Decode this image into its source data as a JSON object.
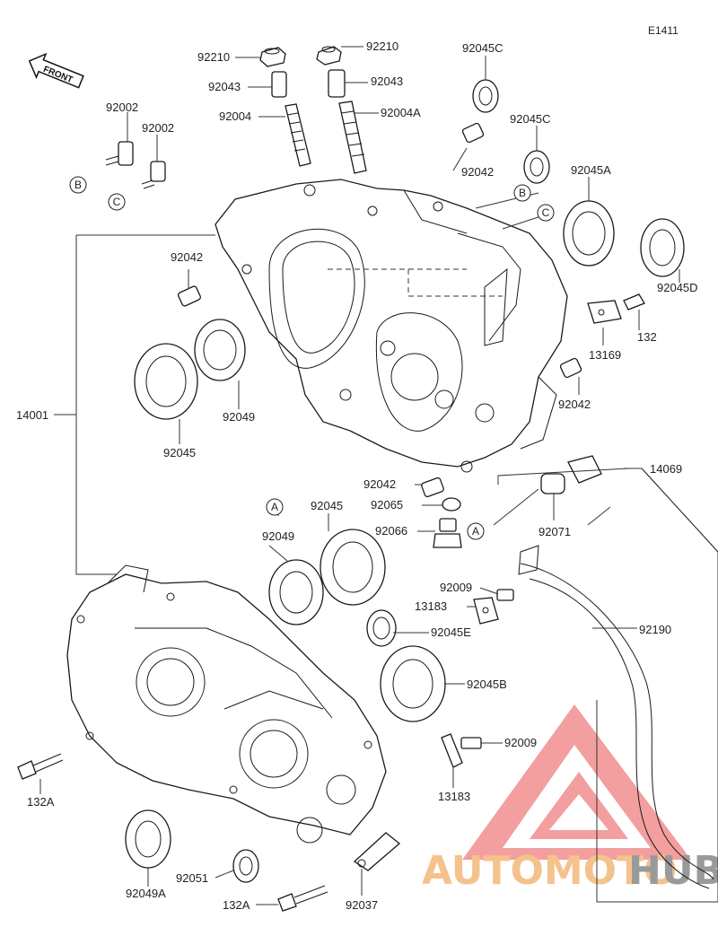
{
  "ref_code": "E1411",
  "front_badge": "FRONT",
  "watermark": {
    "part1": "AUTOMOTO",
    "part2": "HUB",
    "color1": "#f4c28c",
    "color2": "#9a9a9a",
    "logo_color": "#f08080"
  },
  "callouts": [
    "A",
    "B",
    "C"
  ],
  "labels": {
    "p92210_left": "92210",
    "p92210_right": "92210",
    "p92043_left": "92043",
    "p92043_right": "92043",
    "p92004": "92004",
    "p92004A": "92004A",
    "p92045C_top": "92045C",
    "p92045C_mid": "92045C",
    "p92042_top": "92042",
    "p92045A": "92045A",
    "p92045D": "92045D",
    "p92002_a": "92002",
    "p92002_b": "92002",
    "p92042_left": "92042",
    "p13169": "13169",
    "p132": "132",
    "p14001": "14001",
    "p92049_top": "92049",
    "p92045_top": "92045",
    "p92042_right": "92042",
    "p92042_lower": "92042",
    "p92065": "92065",
    "p92066": "92066",
    "p14069": "14069",
    "p92071": "92071",
    "p92045_mid": "92045",
    "p92049_mid": "92049",
    "p92009_top": "92009",
    "p13183_top": "13183",
    "p92045E": "92045E",
    "p92190": "92190",
    "p92045B": "92045B",
    "p92009_bot": "92009",
    "p13183_bot": "13183",
    "p132A_left": "132A",
    "p92049A": "92049A",
    "p92051": "92051",
    "p132A_bot": "132A",
    "p92037": "92037"
  }
}
